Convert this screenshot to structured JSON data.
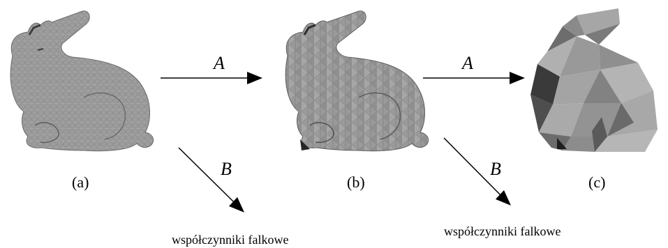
{
  "captions": {
    "a": "(a)",
    "b": "(b)",
    "c": "(c)"
  },
  "arrows": {
    "a_to_b": "A",
    "b_to_c": "A",
    "a_down": "B",
    "b_down": "B"
  },
  "coefficients": {
    "left": "współczynniki falkowe",
    "right": "współczynniki falkowe"
  },
  "icons": [
    "bunny-mesh-fine",
    "bunny-mesh-medium",
    "bunny-mesh-coarse"
  ],
  "colors": {
    "mesh_light": "#a9a9a9",
    "mesh_mid": "#8e8e8e",
    "mesh_dark": "#5a5a5a",
    "mesh_darkest": "#262626"
  }
}
